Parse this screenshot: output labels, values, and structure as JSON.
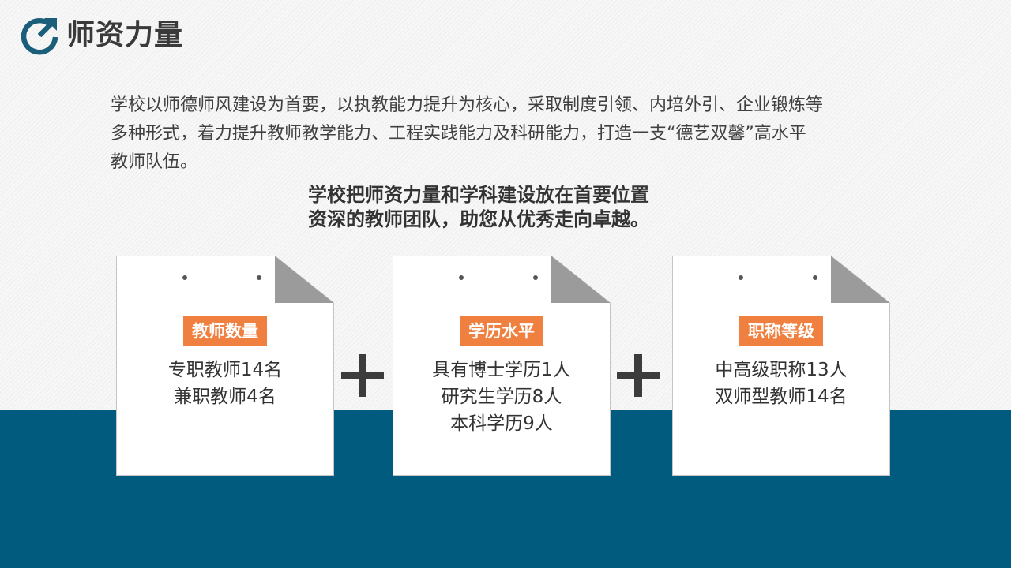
{
  "header": {
    "title": "师资力量",
    "icon": "circular-arrow-icon",
    "icon_color": "#1b5e7a"
  },
  "intro": {
    "line1": "学校以师德师风建设为首要，以执教能力提升为核心，采取制度引领、内培外引、企业锻炼等",
    "line2": "多种形式，着力提升教师教学能力、工程实践能力及科研能力，打造一支“德艺双馨”高水平",
    "line3": "教师队伍。"
  },
  "sub_heading": {
    "line1": "学校把师资力量和学科建设放在首要位置",
    "line2": "资深的教师团队，助您从优秀走向卓越。"
  },
  "cards": [
    {
      "badge": "教师数量",
      "lines": [
        "专职教师14名",
        "兼职教师4名"
      ]
    },
    {
      "badge": "学历水平",
      "lines": [
        "具有博士学历1人",
        "研究生学历8人",
        "本科学历9人"
      ]
    },
    {
      "badge": "职称等级",
      "lines": [
        "中高级职称13人",
        "双师型教师14名"
      ]
    }
  ],
  "colors": {
    "accent_orange": "#f08040",
    "band_blue": "#005b7f",
    "fold_gray": "#9b9b9b"
  }
}
